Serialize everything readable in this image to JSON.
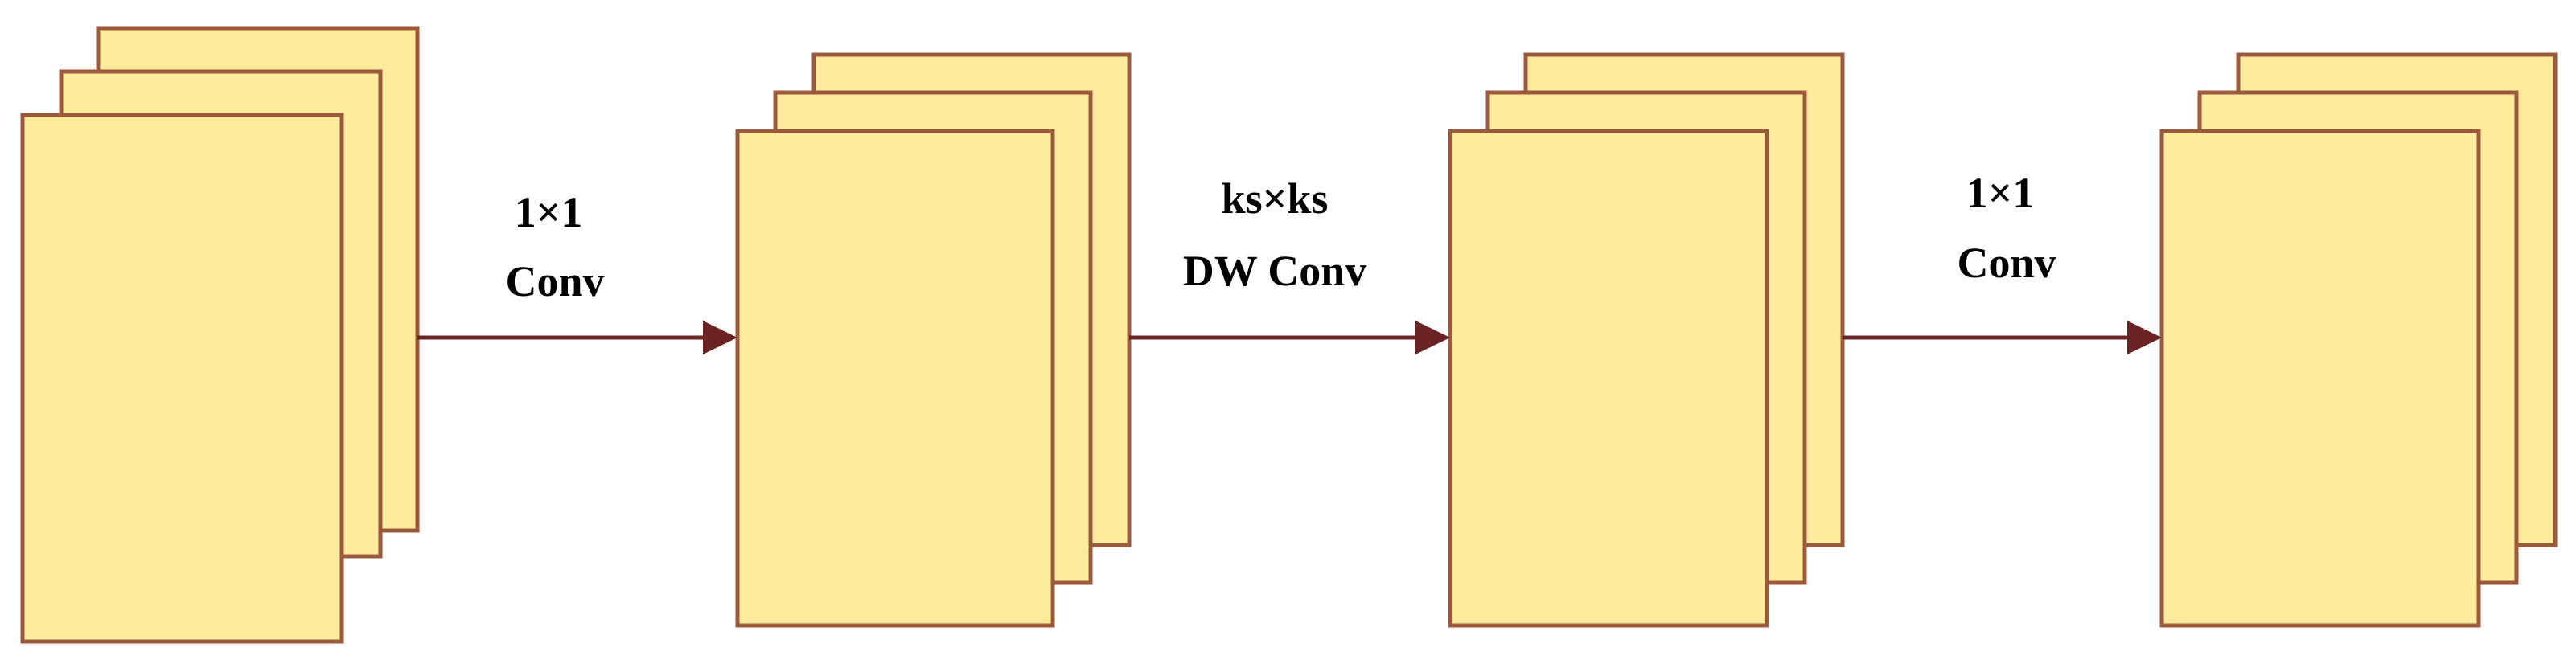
{
  "colors": {
    "sheet_fill": "#ffeb9c",
    "sheet_border": "#9b5a3c",
    "arrow": "#6b2323",
    "text": "#000000"
  },
  "stages": [
    {
      "name": "input-feature-maps"
    },
    {
      "name": "pointwise-output-feature-maps"
    },
    {
      "name": "depthwise-output-feature-maps"
    },
    {
      "name": "output-feature-maps"
    }
  ],
  "operations": [
    {
      "line1": "1×1",
      "line2": "Conv"
    },
    {
      "line1": "ks×ks",
      "line2": "DW Conv"
    },
    {
      "line1": "1×1",
      "line2": "Conv"
    }
  ]
}
